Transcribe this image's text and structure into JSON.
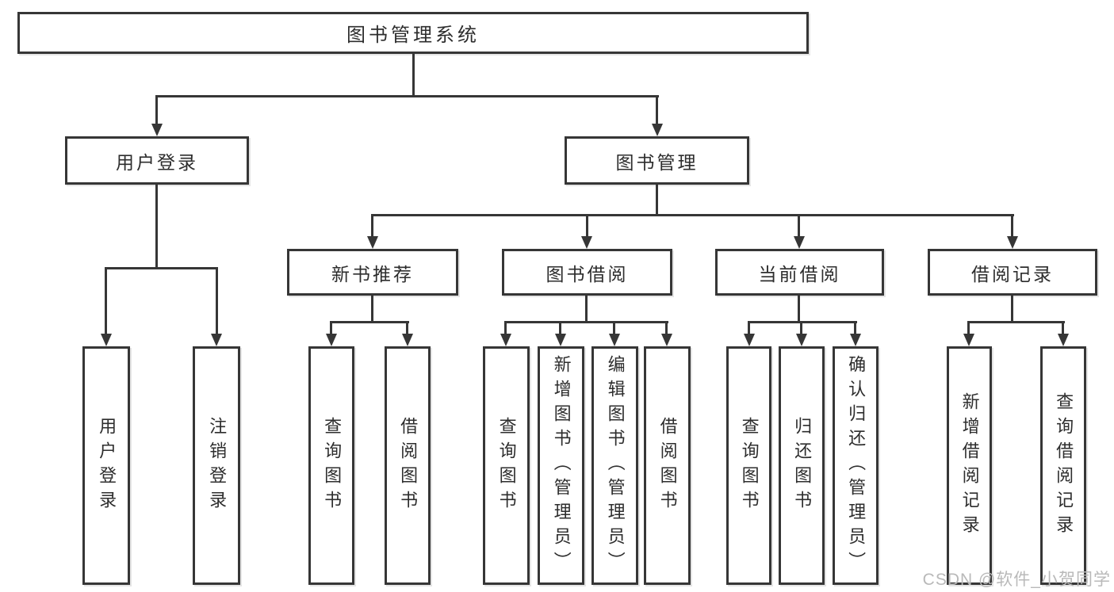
{
  "diagram": {
    "root": {
      "label": "图书管理系统"
    },
    "level2": [
      {
        "label": "用户登录"
      },
      {
        "label": "图书管理"
      }
    ],
    "level3": [
      {
        "label": "新书推荐"
      },
      {
        "label": "图书借阅"
      },
      {
        "label": "当前借阅"
      },
      {
        "label": "借阅记录"
      }
    ],
    "leaves": {
      "user_login": [
        "用户登录",
        "注销登录"
      ],
      "new_book_recommend": [
        "查询图书",
        "借阅图书"
      ],
      "book_borrow": [
        "查询图书",
        "新增图书（管理员）",
        "编辑图书（管理员）",
        "借阅图书"
      ],
      "current_borrow": [
        "查询图书",
        "归还图书",
        "确认归还（管理员）"
      ],
      "borrow_records": [
        "新增借阅记录",
        "查询借阅记录"
      ]
    }
  },
  "watermark": {
    "text": "CSDN @软件_小贺同学"
  },
  "colors": {
    "line": "#363636",
    "border": "#363636",
    "text": "#2d2d2d",
    "watermark": "#b9b9b9",
    "background": "#ffffff"
  }
}
